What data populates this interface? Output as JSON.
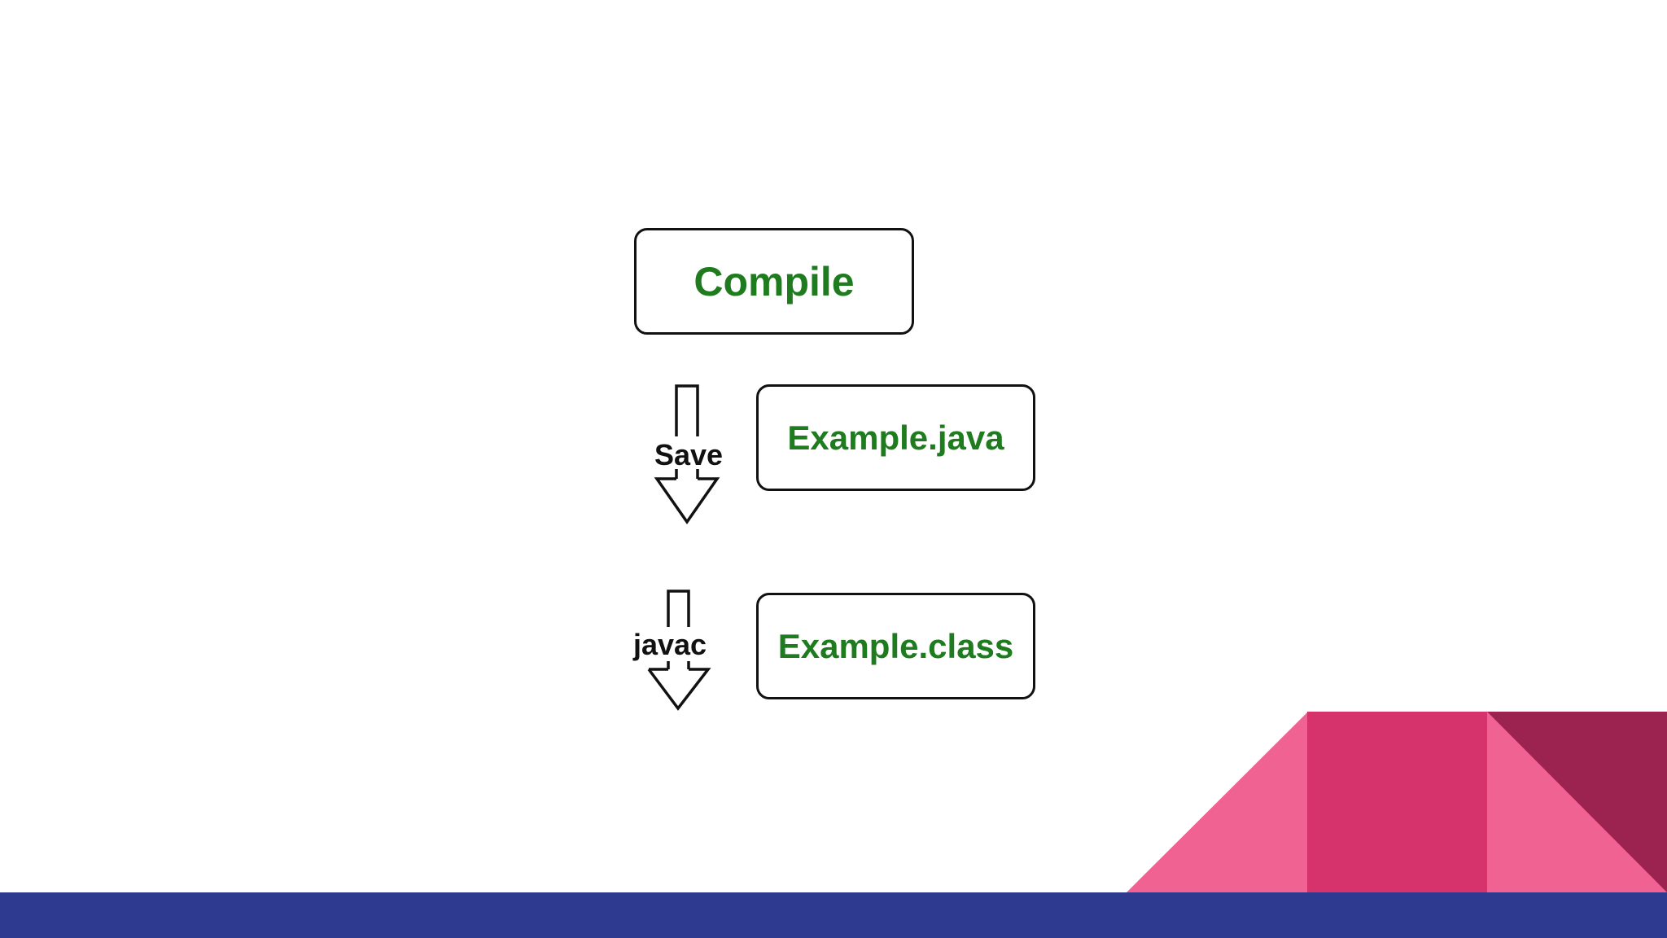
{
  "diagram": {
    "nodes": [
      {
        "id": "compile",
        "label": "Compile"
      },
      {
        "id": "example-java",
        "label": "Example.java"
      },
      {
        "id": "example-class",
        "label": "Example.class"
      }
    ],
    "edges": [
      {
        "label": "Save"
      },
      {
        "label": "javac"
      }
    ]
  },
  "colors": {
    "node_text": "#1e7b1e",
    "node_border": "#111111",
    "arrow_text": "#111111",
    "footer_bar": "#2e3a8f",
    "deco_pink_light": "#f06292",
    "deco_pink_mid": "#d6336c",
    "deco_maroon": "#9c2350"
  }
}
